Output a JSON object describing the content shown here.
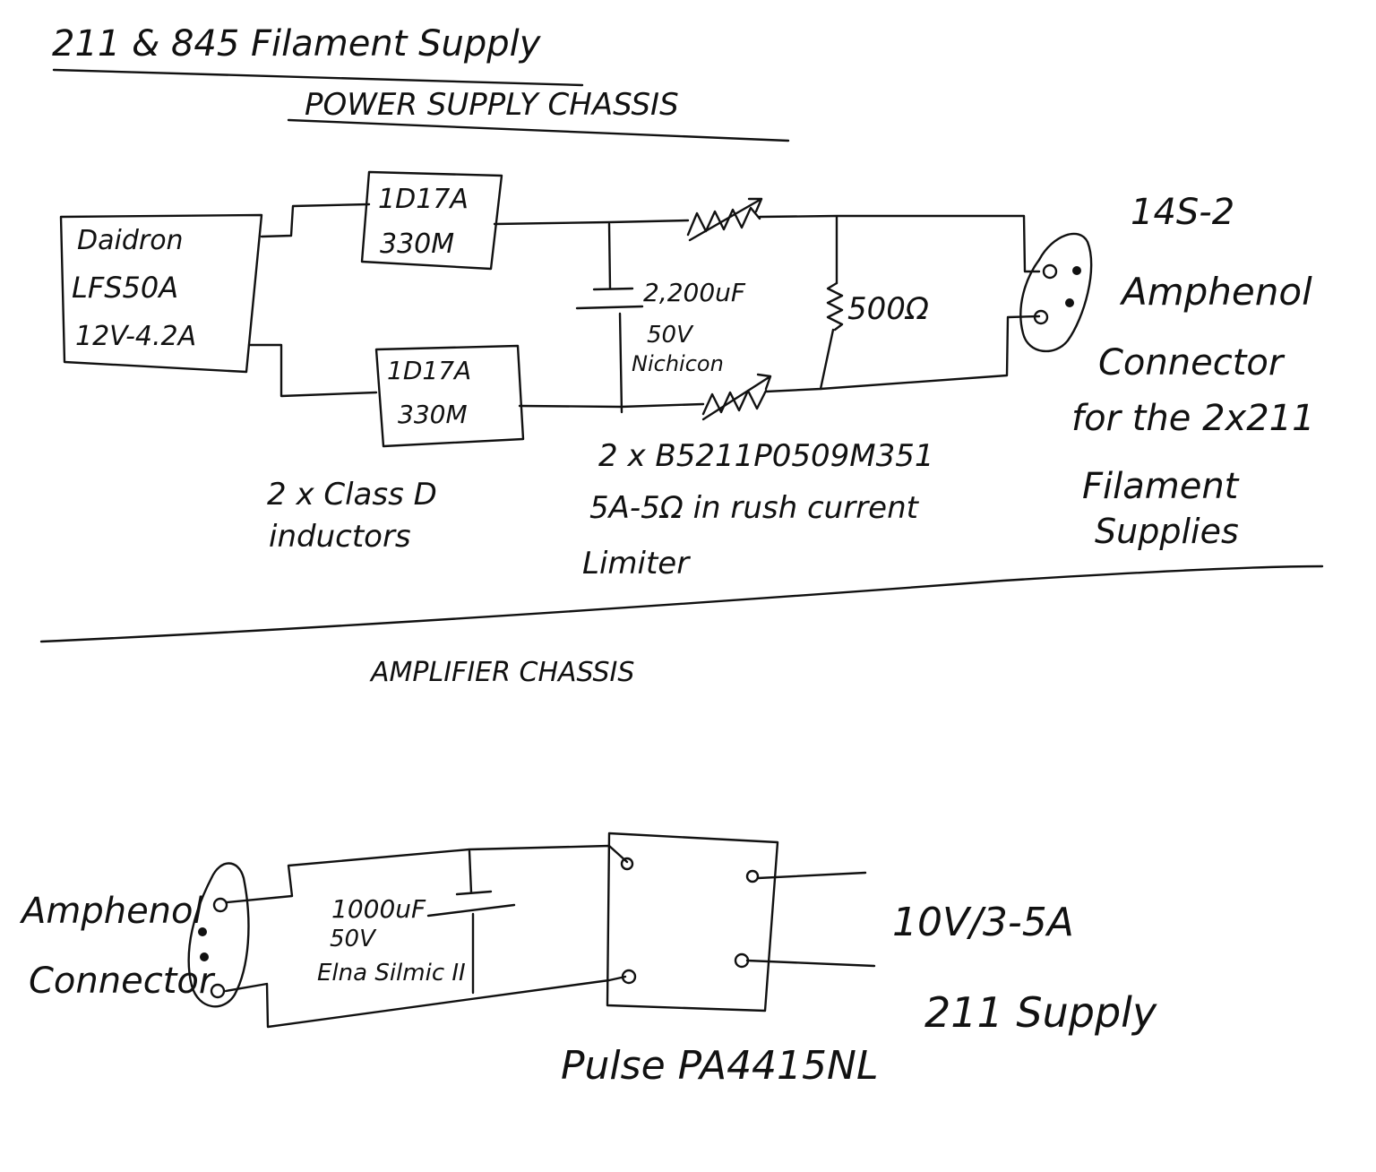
{
  "title": "211 & 845 Filament Supply",
  "power_chassis": {
    "heading": "POWER SUPPLY CHASSIS",
    "psu": {
      "line1": "Daidron",
      "line2": "LFS50A",
      "line3": "12V-4.2A"
    },
    "inductor_top": {
      "line1": "1D17A",
      "line2": "330M"
    },
    "inductor_bottom": {
      "line1": "1D17A",
      "line2": "330M"
    },
    "inductor_note": {
      "line1": "2 x Class D",
      "line2": "inductors"
    },
    "capacitor": {
      "line1": "2,200uF",
      "line2": "50V",
      "line3": "Nichicon"
    },
    "resistor": {
      "label": "500Ω"
    },
    "limiter_note": {
      "line1": "2 x B5211P0509M351",
      "line2": "5A-5Ω in rush current",
      "line3": "Limiter"
    },
    "connector_note": {
      "line1": "14S-2",
      "line2": "Amphenol",
      "line3": "Connector",
      "line4": "for the 2x211",
      "line5": "Filament",
      "line6": "Supplies"
    }
  },
  "amp_chassis": {
    "heading": "AMPLIFIER CHASSIS",
    "connector": {
      "line1": "Amphenol",
      "line2": "Connector"
    },
    "capacitor": {
      "line1": "1000uF",
      "line2": "50V",
      "line3": "Elna Silmic II"
    },
    "transformer": {
      "label": "Pulse PA4415NL"
    },
    "output": {
      "line1": "10V/3-5A",
      "line2": "211 Supply"
    }
  },
  "colors": {
    "ink": "#111111",
    "paper": "#ffffff"
  }
}
